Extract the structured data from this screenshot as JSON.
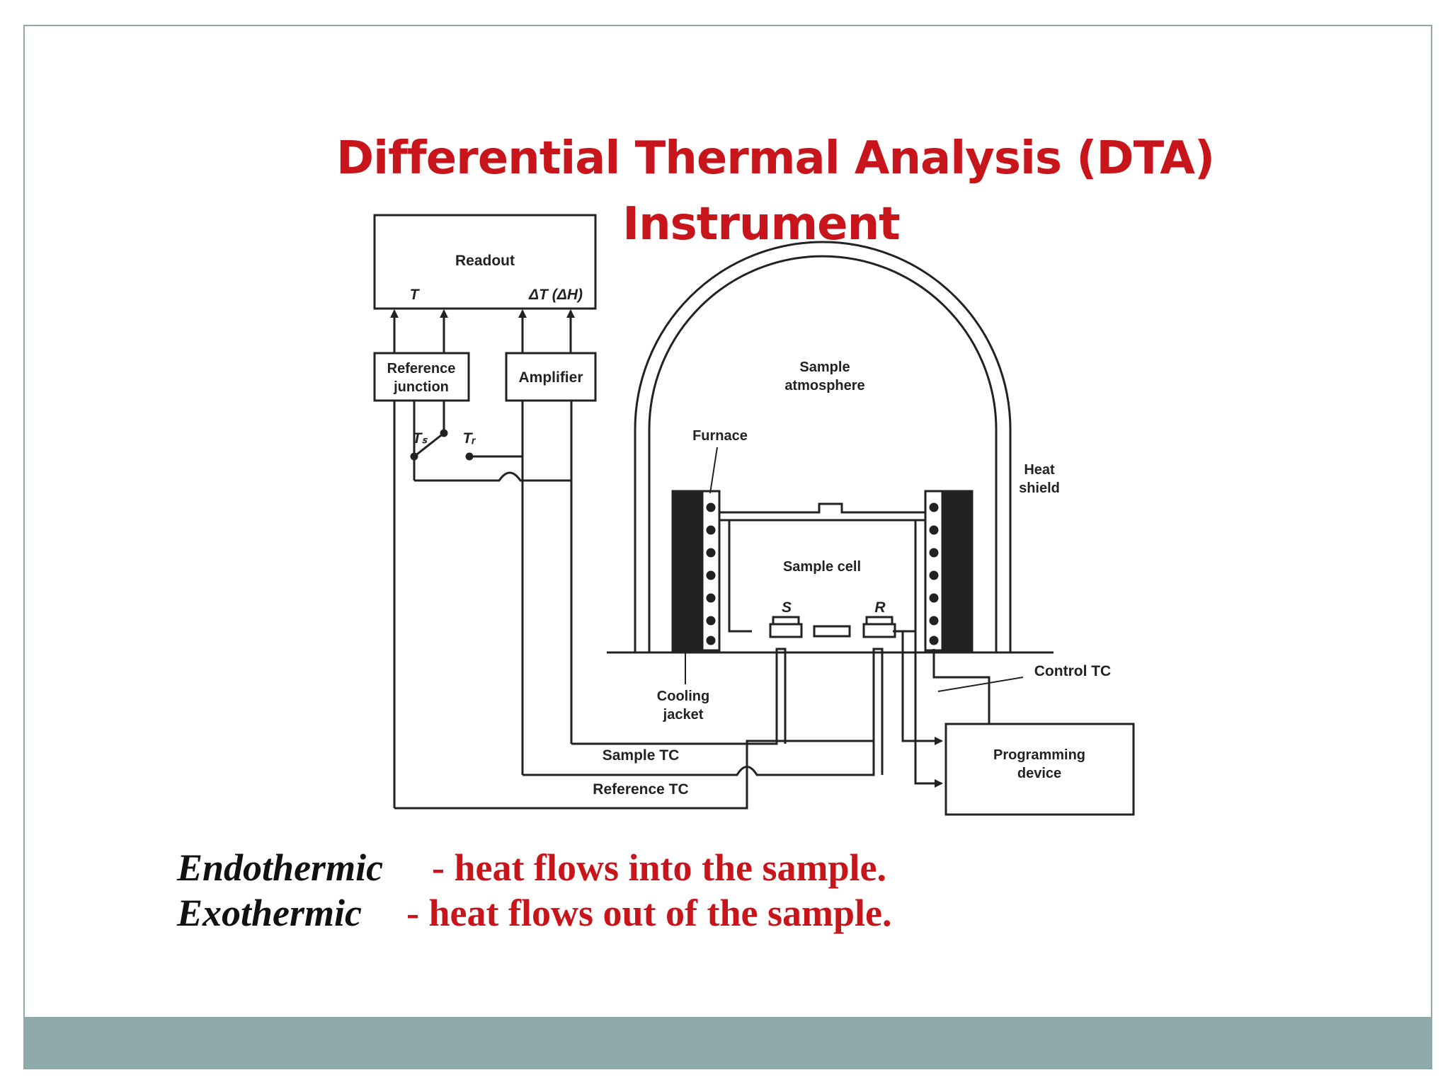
{
  "slide": {
    "title_line1": "Differential Thermal Analysis (DTA)",
    "title_line2": "Instrument",
    "colors": {
      "title": "#c8151b",
      "definition": "#c8151b",
      "term": "#111111",
      "footer_bar": "#8faaaa",
      "frame": "#8fa7a8",
      "diagram_ink": "#222222"
    }
  },
  "diagram": {
    "readout": "Readout",
    "readout_t": "T",
    "readout_dt": "ΔT (ΔH)",
    "reference_junction_line1": "Reference",
    "reference_junction_line2": "junction",
    "amplifier": "Amplifier",
    "ts": "Tₛ",
    "tr": "Tᵣ",
    "sample_atmosphere_line1": "Sample",
    "sample_atmosphere_line2": "atmosphere",
    "furnace": "Furnace",
    "heat_shield_line1": "Heat",
    "heat_shield_line2": "shield",
    "sample_cell": "Sample cell",
    "s": "S",
    "r": "R",
    "cooling_jacket_line1": "Cooling",
    "cooling_jacket_line2": "jacket",
    "control_tc": "Control TC",
    "sample_tc": "Sample TC",
    "reference_tc": "Reference TC",
    "programming_device_line1": "Programming",
    "programming_device_line2": "device"
  },
  "descriptions": [
    {
      "term": "Endothermic",
      "definition": "- heat flows into the sample."
    },
    {
      "term": "Exothermic",
      "definition": "- heat flows out of the sample."
    }
  ]
}
